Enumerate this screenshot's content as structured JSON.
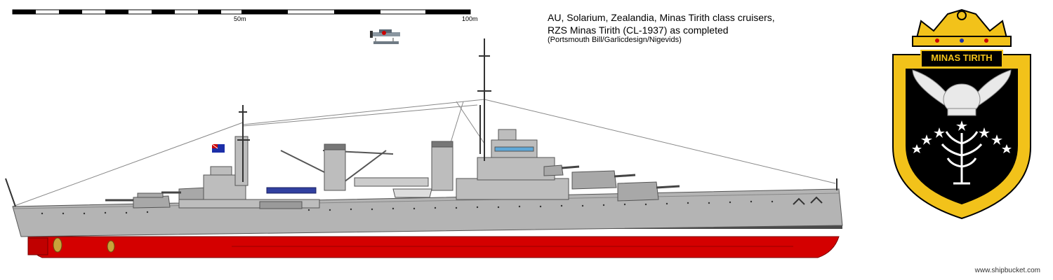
{
  "scale": {
    "label_mid": "50m",
    "label_end": "100m"
  },
  "title": {
    "line1": "AU, Solarium, Zealandia, Minas Tirith class cruisers,",
    "line2": "RZS Minas Tirith (CL-1937) as completed",
    "credit": "(Portsmouth Bill/Garlicdesign/Nigevids)"
  },
  "badge": {
    "name": "MINAS TIRITH"
  },
  "watermark": "www.shipbucket.com",
  "colors": {
    "hull_grey": "#b4b4b4",
    "underwater_red": "#d40000",
    "badge_gold": "#f2c21a",
    "badge_black": "#000000"
  }
}
